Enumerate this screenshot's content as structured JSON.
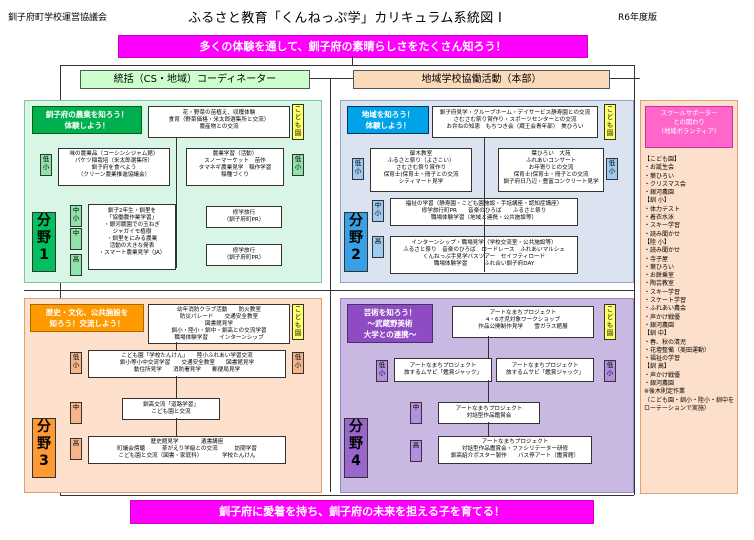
{
  "header": {
    "org": "釧子府町学校運営協議会",
    "title": "ふるさと教育「くんねっぷ学」カリキュラム系統図 Ⅰ",
    "year": "R6年度版"
  },
  "banners": {
    "top": "多くの体験を通して、釧子府の素晴らしさをたくさん知ろう！",
    "bottom": "釧子府に愛着を持ち、釧子府の未来を担える子を育てる！"
  },
  "coordinators": {
    "left": "統括（CS・地域）コーディネーター",
    "right": "地域学校協働活動（本部）"
  },
  "levels": {
    "kodomo": "こども園",
    "sho_lo": "低小",
    "sho_mid": "中小",
    "sho_hi": "高小",
    "chu": "中",
    "kou": "高"
  },
  "q1": {
    "head": "釧子府の農業を知ろう！\n体験しよう！",
    "bunya": "分\n野\n1",
    "kodomo_lines": [
      "花・野菜の苗植え、収穫体験",
      "食育（野菜価格・米太郎選集所と交流）",
      "農産物との交流"
    ],
    "low_left": [
      "味の農業品（コーシンシジャム館）",
      "パケツ稲栽培（米太郎選集所）",
      "釧子府を食べよう",
      "（クリーン農業推進協議会）"
    ],
    "low_right": [
      "農業学習（活動）",
      "スノーマーケット　苗作",
      "タマネギ農業見学　稲作学習",
      "稲種づくり"
    ],
    "mid_left": [
      "釧子2年生・釧里を",
      "「協働農作業学習」",
      "・銀河農園での玉ねぎ",
      "ジャガイモ植樹",
      "・釧里をにみる農業",
      "活動の大きな発表",
      "・スマート農業見学（JA）"
    ],
    "mid_right": [
      "修学旅行",
      "（釧子府町PR）"
    ],
    "hi_right": [
      "修学旅行",
      "（釧子府町PR）"
    ]
  },
  "q2": {
    "head": "地域を知ろう！\n体験しよう！",
    "bunya": "分\n野\n2",
    "kodomo_lines": [
      "釧子府見学・グループホーム・デイサービス静寿園との交流",
      "さむさむ祭り賞作り・スポーツセンターとの交流",
      "お弁ねの知恵　もちつき会（蔵王会青年部）　美ひろい"
    ],
    "low_left": [
      "御木教室",
      "ふるさと祭り（よさこい）",
      "さむさむ祭り賞作り",
      "保育士(保育士・冊子との交流",
      "シティマート見学"
    ],
    "low_right": [
      "葉ひろい　大苑",
      "ふれあいコンサート",
      "お年寄りとの交流",
      "保育士(保育士・冊子との交流",
      "釧子府日乃辺・豊富コンクリート見学"
    ],
    "mid_lines": [
      "福祉の学習（静寿園・こども園施設・手話講座・認知症講座）",
      "修学旅行町PR　　音楽のひろば　　ふるさと祭り",
      "職場体験学習（地域と連携・公共施設等）"
    ],
    "hi_lines": [
      "インターンシップ・職場見学（学校交流室・公共施設等）",
      "ふるさと祭り　音楽のひろば　ロードレース　ふれあいマルシェ",
      "くんねっぷ手見学バスツアー　セイフティロード",
      "職場体験学習　　　ふれ合い釧子府DAY"
    ]
  },
  "q3": {
    "head": "歴史・文化、公共施設を\n知ろう！交流しよう！",
    "bunya": "分\n野\n3",
    "kodomo_lines": [
      "幼年消防クラブ活動　　防火教室",
      "防災パレード　　交通安全教室",
      "図書館見学",
      "釧小・陸小・釧中・釧高との交流学習",
      "職場体験学習　　インターンシップ"
    ],
    "low_lines": [
      "こども園「学校たんけん」　　陸小ふれあい学習交流",
      "釧小等小中交流学習　　交通安全教室　　図書館見学",
      "動住所見学　　消防署見学　　郵便局見学"
    ],
    "mid_lines": [
      "釧高交流「道路学習」",
      "こども園と交流"
    ],
    "hi_lines": [
      "歴史館見学　　　　遺書講座",
      "町議会傍聴　　　茶がえり学級との交流　　　訪問学習",
      "こども園と交流（図書・家庭科）　　　　学校たんけん"
    ]
  },
  "q4": {
    "head": "芸術を知ろう！\n〜武蔵野美術\n大学との連携〜",
    "bunya": "分\n野\n4",
    "kodomo_lines": [
      "アートなまちプロジェクト",
      "4・6才児対象ワークショップ",
      "作品公開制作見学　　雪ガラス館展"
    ],
    "low_left": [
      "アートなまちプロジェクト",
      "旅するムサビ「鑑賞ジャック」"
    ],
    "low_right": [
      "アートなまちプロジェクト",
      "旅するムサビ「鑑賞ジャック」"
    ],
    "mid_lines": [
      "アートなまちプロジェクト",
      "対話型作品鑑賞会"
    ],
    "hi_lines": [
      "アートなまちプロジェクト",
      "対話型作品鑑賞会・ファシリテーター研修",
      "釧高紹介ポスター製作　　バス停アート（鑑賞館）"
    ]
  },
  "side": {
    "head": "スクールサポーター\nとの関わり\n（地域ボランティア）",
    "list": [
      "【こども園】",
      "・お誕生会",
      "・葉ひろい",
      "・クリスマス会",
      "・銀河農園",
      "【釧 小】",
      "・体力テスト",
      "・着衣水泳",
      "・スキー学習",
      "・読み聞かせ",
      "【陸 小】",
      "・読み聞かせ",
      "・寺子屋",
      "・葉ひろい",
      "・お餅乗室",
      "・陶芸教室",
      "・スキー学習",
      "・スケート学習",
      "・ふれあい農会",
      "・声かけ戦優",
      "・銀河農園",
      "【釧 中】",
      "・春、秋の清児",
      "・花壇整備（美田運動）",
      "・福祉の学習",
      "【釧 高】",
      "・声かけ戦優",
      "・銀河農園",
      "※後木則定作業",
      "（こども園・釧小・陸小・釧中をローテーションで実施）"
    ]
  }
}
